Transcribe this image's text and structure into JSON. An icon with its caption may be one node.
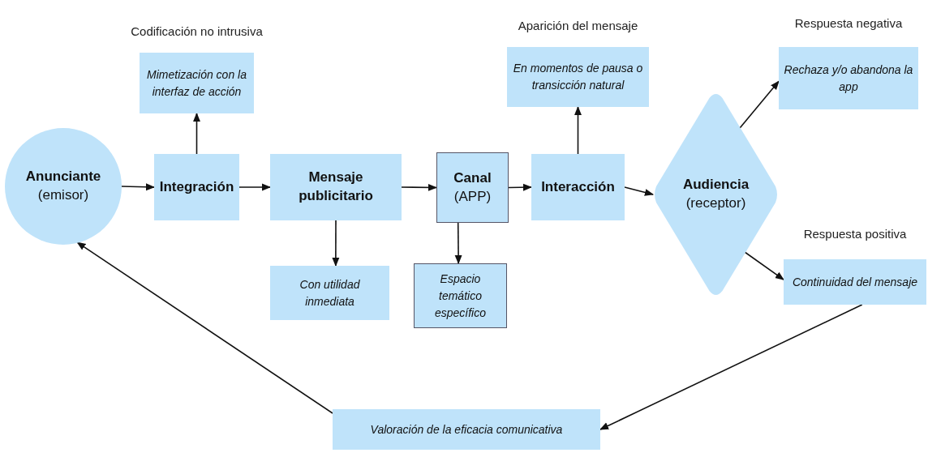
{
  "diagram": {
    "nodes": [
      {
        "text": [
          "Anunciante",
          "(emisor)"
        ]
      },
      {
        "text": [
          "Integración"
        ]
      },
      {
        "text": [
          "Codificación no intrusiva",
          "Mimetización con la interfaz de acción"
        ]
      },
      {
        "text": [
          "Mensaje publicitario"
        ]
      },
      {
        "text": [
          "Con utilidad inmediata"
        ]
      },
      {
        "text": [
          "Canal",
          "(APP)"
        ]
      },
      {
        "text": [
          "Espacio temático específico"
        ]
      },
      {
        "text": [
          "Interacción"
        ]
      },
      {
        "text": [
          "Aparición del mensaje",
          "En momentos de pausa o transicción natural"
        ]
      },
      {
        "text": [
          "Audiencia",
          "(receptor)"
        ]
      },
      {
        "text": [
          "Respuesta negativa",
          "Rechaza y/o abandona  la app"
        ]
      },
      {
        "text": [
          "Respuesta positiva",
          "Continuidad del mensaje"
        ]
      },
      {
        "text": [
          "Valoración de la eficacia comunicativa"
        ]
      }
    ],
    "edges": [
      {
        "from": 0,
        "to": 1,
        "arrow": "to"
      },
      {
        "from": 1,
        "to": 3,
        "arrow": "to"
      },
      {
        "from": 3,
        "to": 5,
        "arrow": "to"
      },
      {
        "from": 5,
        "to": 7,
        "arrow": "to"
      },
      {
        "from": 7,
        "to": 9,
        "arrow": "to"
      },
      {
        "from": 1,
        "to": 2,
        "arrow": "to"
      },
      {
        "from": 3,
        "to": 4,
        "arrow": "to"
      },
      {
        "from": 5,
        "to": 6,
        "arrow": "to"
      },
      {
        "from": 7,
        "to": 8,
        "arrow": "to"
      },
      {
        "from": 9,
        "to": 10,
        "arrow": "to"
      },
      {
        "from": 9,
        "to": 11,
        "arrow": "to"
      },
      {
        "from": 11,
        "to": 12,
        "arrow": "to"
      },
      {
        "from": 12,
        "to": 0,
        "arrow": "to"
      }
    ]
  }
}
